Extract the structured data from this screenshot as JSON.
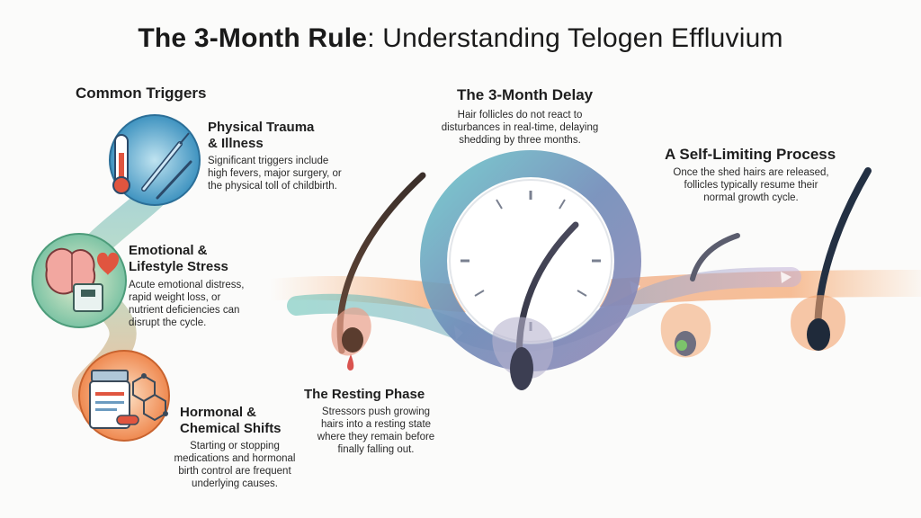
{
  "title": {
    "bold": "The 3-Month Rule",
    "rest": ": Understanding Telogen Effluvium"
  },
  "triggers": {
    "heading": "Common Triggers",
    "items": [
      {
        "title_line1": "Physical Trauma",
        "title_line2": "& Illness",
        "desc": [
          "Significant triggers include",
          "high fevers, major surgery, or",
          "the physical toll of childbirth."
        ],
        "icon": "thermometer-syringe-icon"
      },
      {
        "title_line1": "Emotional &",
        "title_line2": "Lifestyle Stress",
        "desc": [
          "Acute emotional distress,",
          "rapid weight loss, or",
          "nutrient deficiencies can",
          "disrupt the cycle."
        ],
        "icon": "brain-heart-scale-icon"
      },
      {
        "title_line1": "Hormonal &",
        "title_line2": "Chemical Shifts",
        "desc": [
          "Starting or stopping",
          "medications and hormonal",
          "birth control are frequent",
          "underlying causes."
        ],
        "icon": "pill-bottle-molecule-icon"
      }
    ]
  },
  "resting": {
    "title": "The Resting Phase",
    "desc": [
      "Stressors push growing",
      "hairs into a resting state",
      "where they remain before",
      "finally falling out."
    ]
  },
  "delay": {
    "title": "The 3-Month Delay",
    "desc": [
      "Hair follicles do not react to",
      "disturbances in real-time, delaying",
      "shedding by three months."
    ]
  },
  "self_limiting": {
    "title": "A Self-Limiting Process",
    "desc": [
      "Once the shed hairs are released,",
      "follicles typically resume their",
      "normal growth cycle."
    ]
  },
  "colors": {
    "teal": "#3aa7b5",
    "orange": "#f08a4b",
    "purple": "#8c86b8",
    "hair_dark": "#2e2a33",
    "red": "#d9534f"
  }
}
